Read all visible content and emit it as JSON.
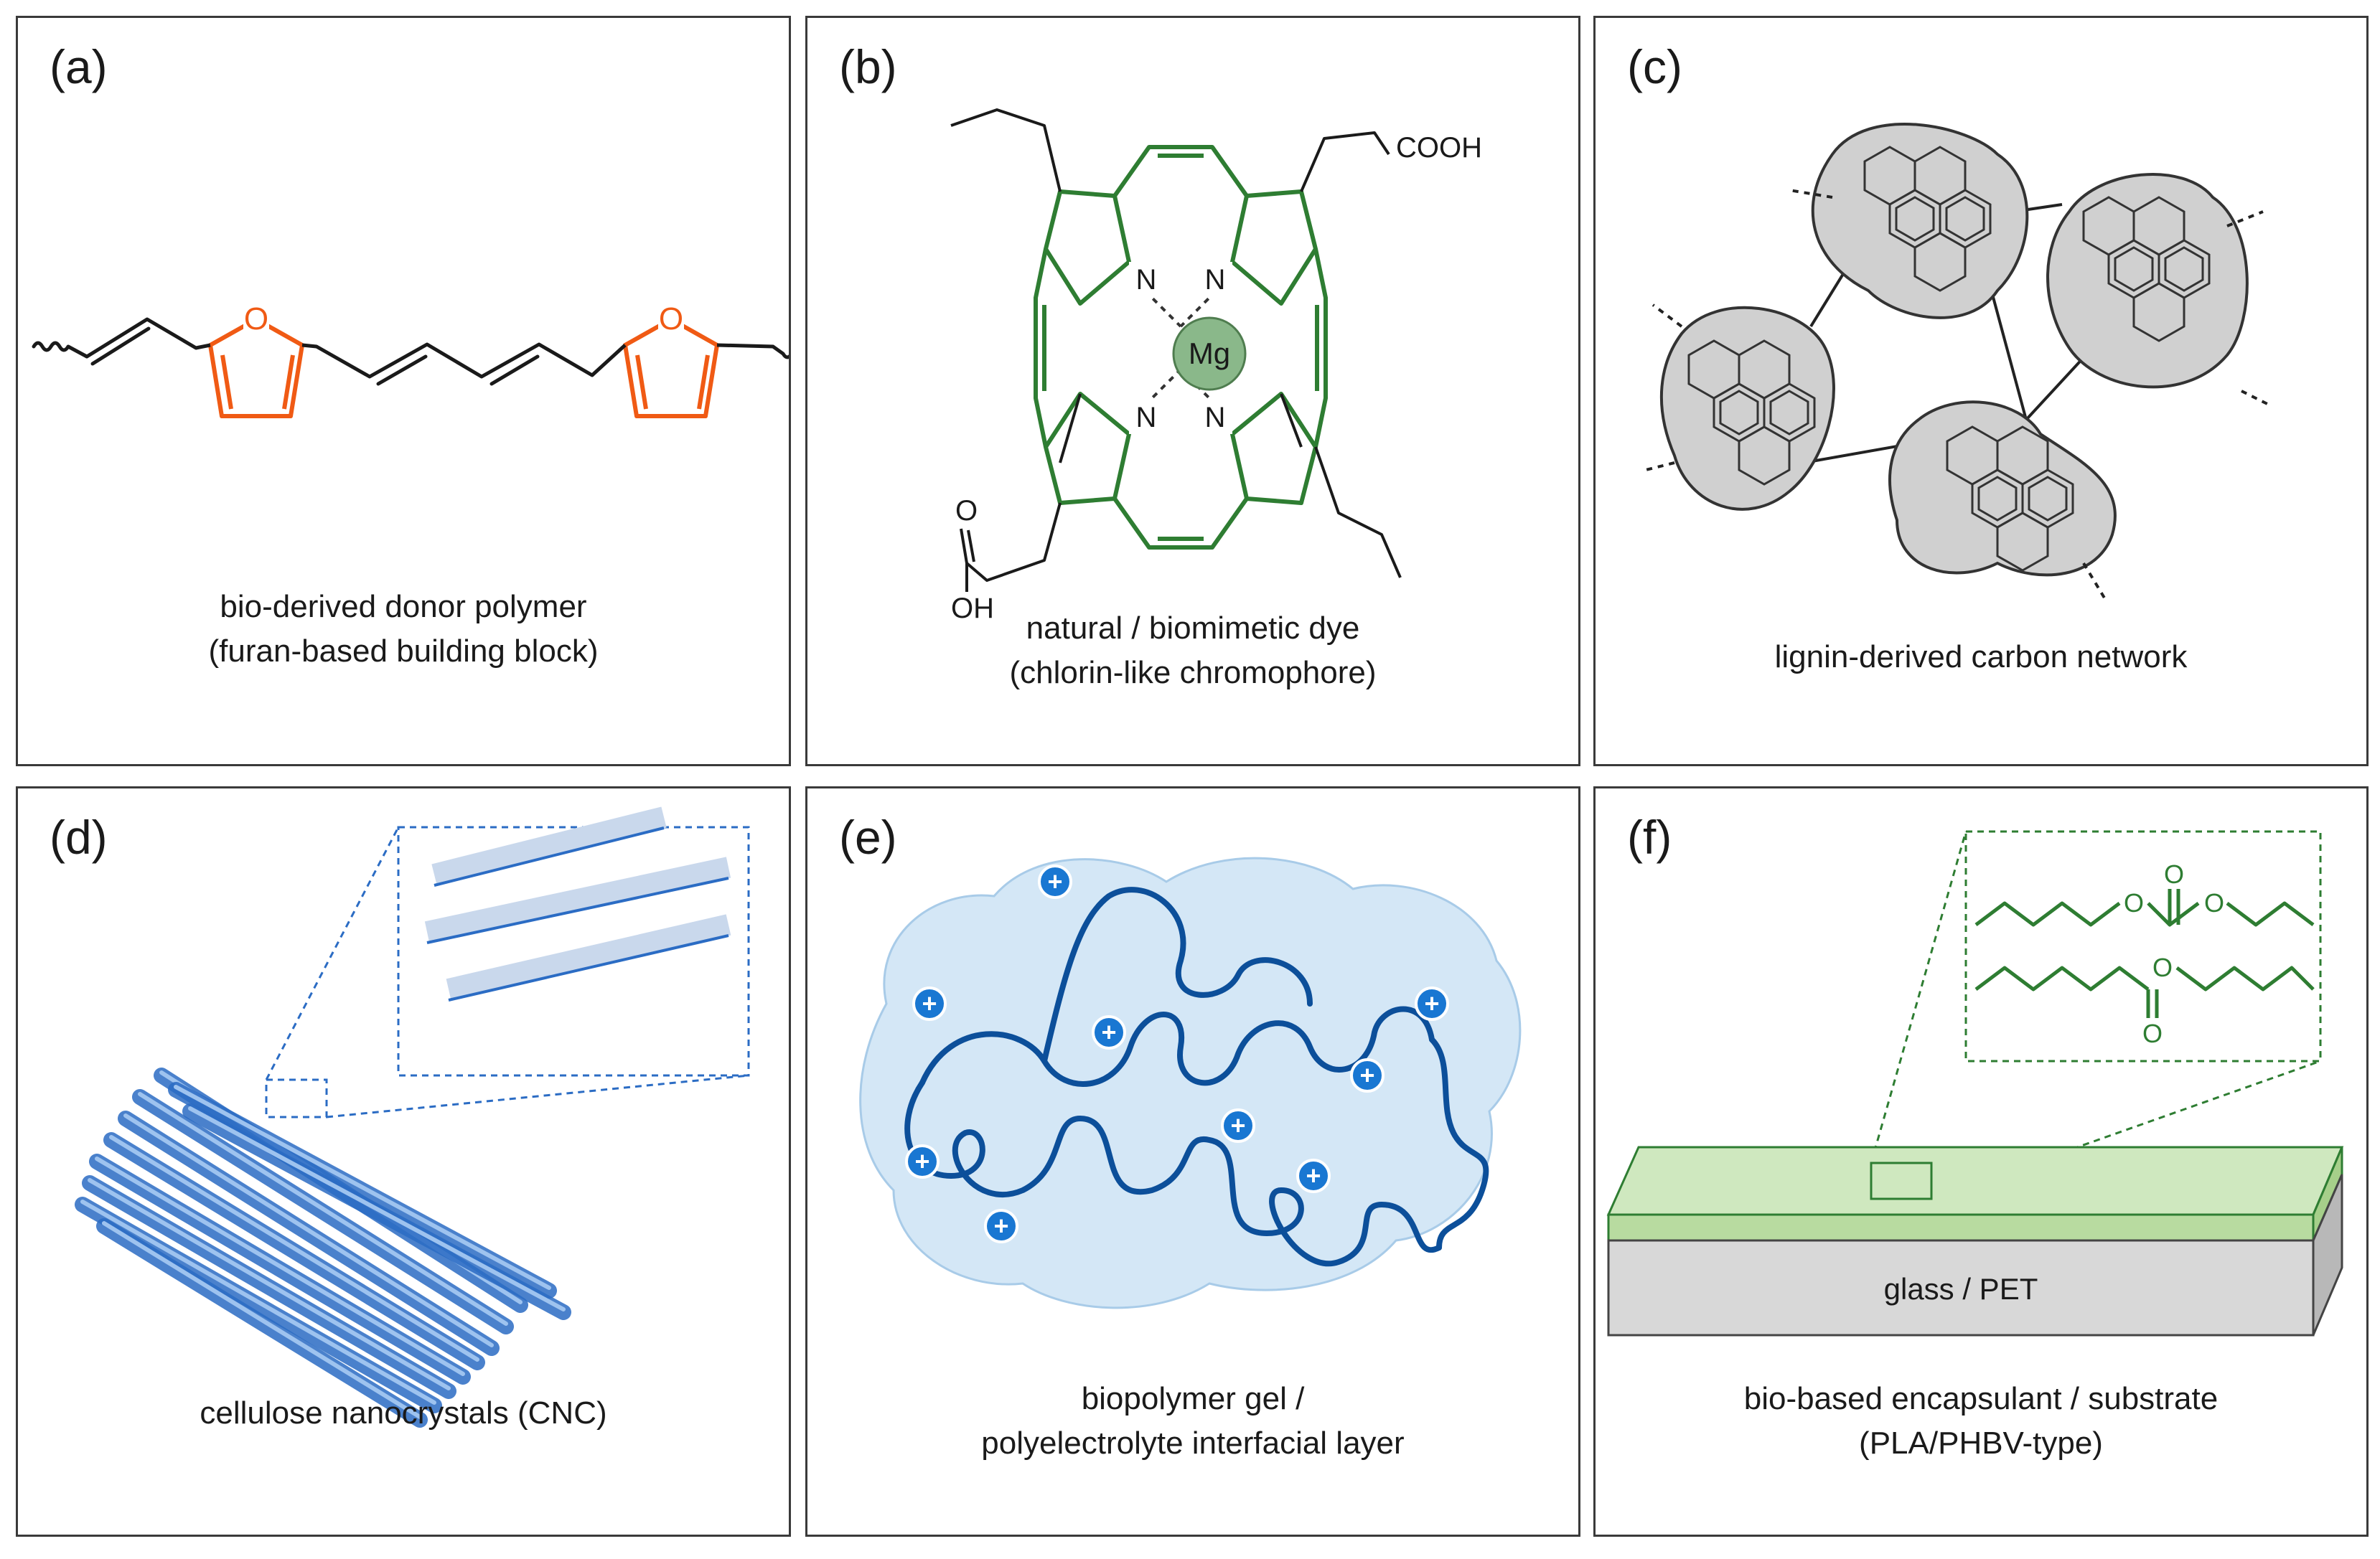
{
  "panels": [
    {
      "letter": "(a)",
      "caption": [
        "bio-derived donor polymer",
        "(furan-based building block)"
      ],
      "atom_labels": {
        "o1": "O",
        "o2": "O"
      }
    },
    {
      "letter": "(b)",
      "caption": [
        "natural / biomimetic dye",
        "(chlorin-like chromophore)"
      ],
      "atom_labels": {
        "metal": "Mg",
        "n": "N",
        "acid": "COOH",
        "o": "O",
        "oh": "OH"
      }
    },
    {
      "letter": "(c)",
      "caption": [
        "lignin-derived carbon network"
      ]
    },
    {
      "letter": "(d)",
      "caption": [
        "cellulose nanocrystals (CNC)"
      ]
    },
    {
      "letter": "(e)",
      "caption": [
        "biopolymer gel /",
        "polyelectrolyte interfacial layer"
      ],
      "charge_symbol": "+"
    },
    {
      "letter": "(f)",
      "caption": [
        "bio-based encapsulant / substrate",
        "(PLA/PHBV-type)"
      ],
      "substrate_label": "glass / PET",
      "atom_labels": {
        "o": "O"
      }
    }
  ],
  "colors": {
    "furan": "#f05a14",
    "chlorin": "#2e7d32",
    "mg": "#8ab88a",
    "cnc": "#2b6cc4",
    "gel_bg": "#d4e7f6",
    "gel_chain": "#0c4f9a",
    "charge": "#1977d2",
    "encapsulant": "#b8dba0",
    "encapsulant_line": "#2e7d32",
    "glass": "#d8d8d8"
  }
}
